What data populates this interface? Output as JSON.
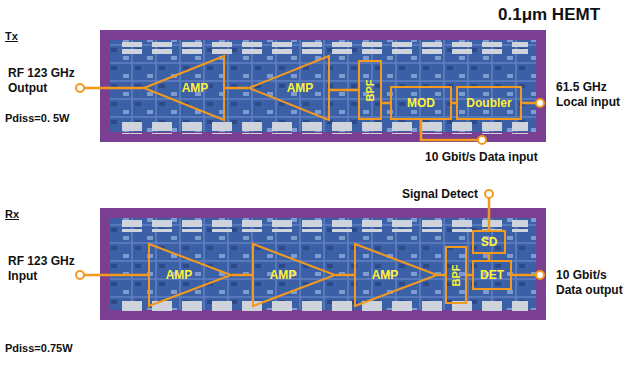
{
  "diagram": {
    "title": "0.1μm HEMT",
    "nodes": [
      {
        "text": [
          "AMP"
        ]
      },
      {
        "text": [
          "AMP"
        ]
      },
      {
        "text": [
          "BPF"
        ]
      },
      {
        "text": [
          "MOD"
        ]
      },
      {
        "text": [
          "Doubler"
        ]
      },
      {
        "text": [
          "AMP"
        ]
      },
      {
        "text": [
          "AMP"
        ]
      },
      {
        "text": [
          "AMP"
        ]
      },
      {
        "text": [
          "BPF"
        ]
      },
      {
        "text": [
          "SD"
        ]
      },
      {
        "text": [
          "DET"
        ]
      }
    ],
    "edges": [
      {
        "from": 4,
        "to": 3,
        "arrow": "none"
      },
      {
        "from": 3,
        "to": 2,
        "arrow": "none"
      },
      {
        "from": 2,
        "to": 1,
        "arrow": "none"
      },
      {
        "from": 1,
        "to": 0,
        "arrow": "none"
      },
      {
        "from": 5,
        "to": 6,
        "arrow": "none"
      },
      {
        "from": 6,
        "to": 7,
        "arrow": "none"
      },
      {
        "from": 7,
        "to": 8,
        "arrow": "none"
      },
      {
        "from": 8,
        "to": 10,
        "arrow": "none"
      },
      {
        "from": 10,
        "to": 9,
        "arrow": "none"
      }
    ],
    "labels": [
      "Tx",
      "RF 123 GHz Output",
      "Pdiss=0. 5W",
      "61.5 GHz Local input",
      "10 Gbit/s Data input",
      "Signal Detect",
      "Rx",
      "RF 123 GHz Input",
      "10 Gbit/s Data output",
      "Pdiss=0.75W"
    ]
  }
}
